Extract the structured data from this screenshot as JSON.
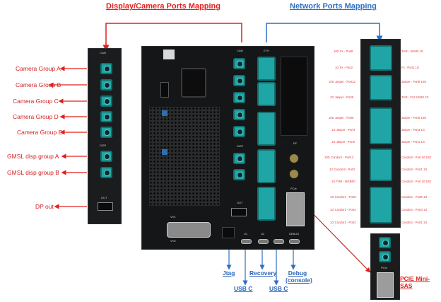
{
  "titles": {
    "display_camera": "Display/Camera Ports Mapping",
    "network": "Network Ports Mapping"
  },
  "left_labels": [
    "Camera Group A",
    "Camera Group B",
    "Camera Group C",
    "Camera Group D",
    "Camera Group E",
    "GMSL disp group A",
    "GMSL disp group B",
    "DP out"
  ],
  "bottom_labels": {
    "jtag": "Jtag",
    "usb_c_1": "USB C",
    "recovery": "Recovery",
    "usb_c_2": "USB C",
    "debug": "Debug (console)",
    "pcie": "PCIE Mini-SAS"
  },
  "device_text": {
    "cam": "CAM",
    "eth": "ETH",
    "disp": "DISP",
    "out": "OUT",
    "rf": "RF",
    "pcie": "PCIe",
    "debug": "DEBUG",
    "u1": "U1",
    "u2": "U2",
    "vh1": "VH1",
    "vh2": "VH2"
  },
  "net_left": [
    "10G Fx - Port6",
    "1G Fx - Port2",
    "10G Jasper - Port12",
    "1G Jasper - Port8",
    "10G Jasper - Port6",
    "1G Jasper - Port4",
    "1G Jasper - Port2",
    "10G Condor2 - Port12",
    "1G Condor2 - Port2",
    "1G THR - MGBE0",
    "1G Condor1 - Port6",
    "1G Condor1 - Port4",
    "1G Condor1 - Port2"
  ],
  "net_right": [
    "THR - SGMII 1G",
    "Fx - Port1 1G",
    "Jasper - Port9 10G",
    "THR - FSI SGMII 1G",
    "Jasper - Port5 10G",
    "Jasper - Port3 1G",
    "Jasper - Port1 1G",
    "Condor2 - Port 10 10G",
    "Condor2 - Port1 1G",
    "Condor2 - Port 10 10G",
    "Condor1 - Port5 1G",
    "Condor1 - Port3 1G",
    "Condor1 - Port1 1G"
  ],
  "colors": {
    "red": "#e0201e",
    "blue": "#2f6fc2",
    "teal": "#1fa5a5",
    "chassis": "#1b1c1e"
  }
}
